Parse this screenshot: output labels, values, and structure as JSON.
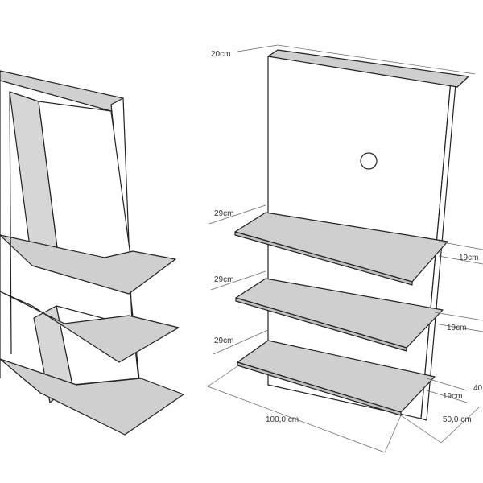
{
  "dimensions": {
    "top_depth": "20cm",
    "shelf1_depth": "29cm",
    "shelf2_depth": "29cm",
    "shelf3_depth": "29cm",
    "gap1": "19cm",
    "gap2": "19cm",
    "gap3": "19cm",
    "side_partial": "40",
    "width": "100,0 cm",
    "depth": "50,0 cm"
  },
  "colors": {
    "panel": "#ffffff",
    "panel_shade": "#d9d9d9",
    "shelf_top": "#cfcfcf",
    "edge": "#222222",
    "dimension_line": "#666666"
  },
  "icons": {
    "cable_hole": "circle-hole-icon"
  }
}
